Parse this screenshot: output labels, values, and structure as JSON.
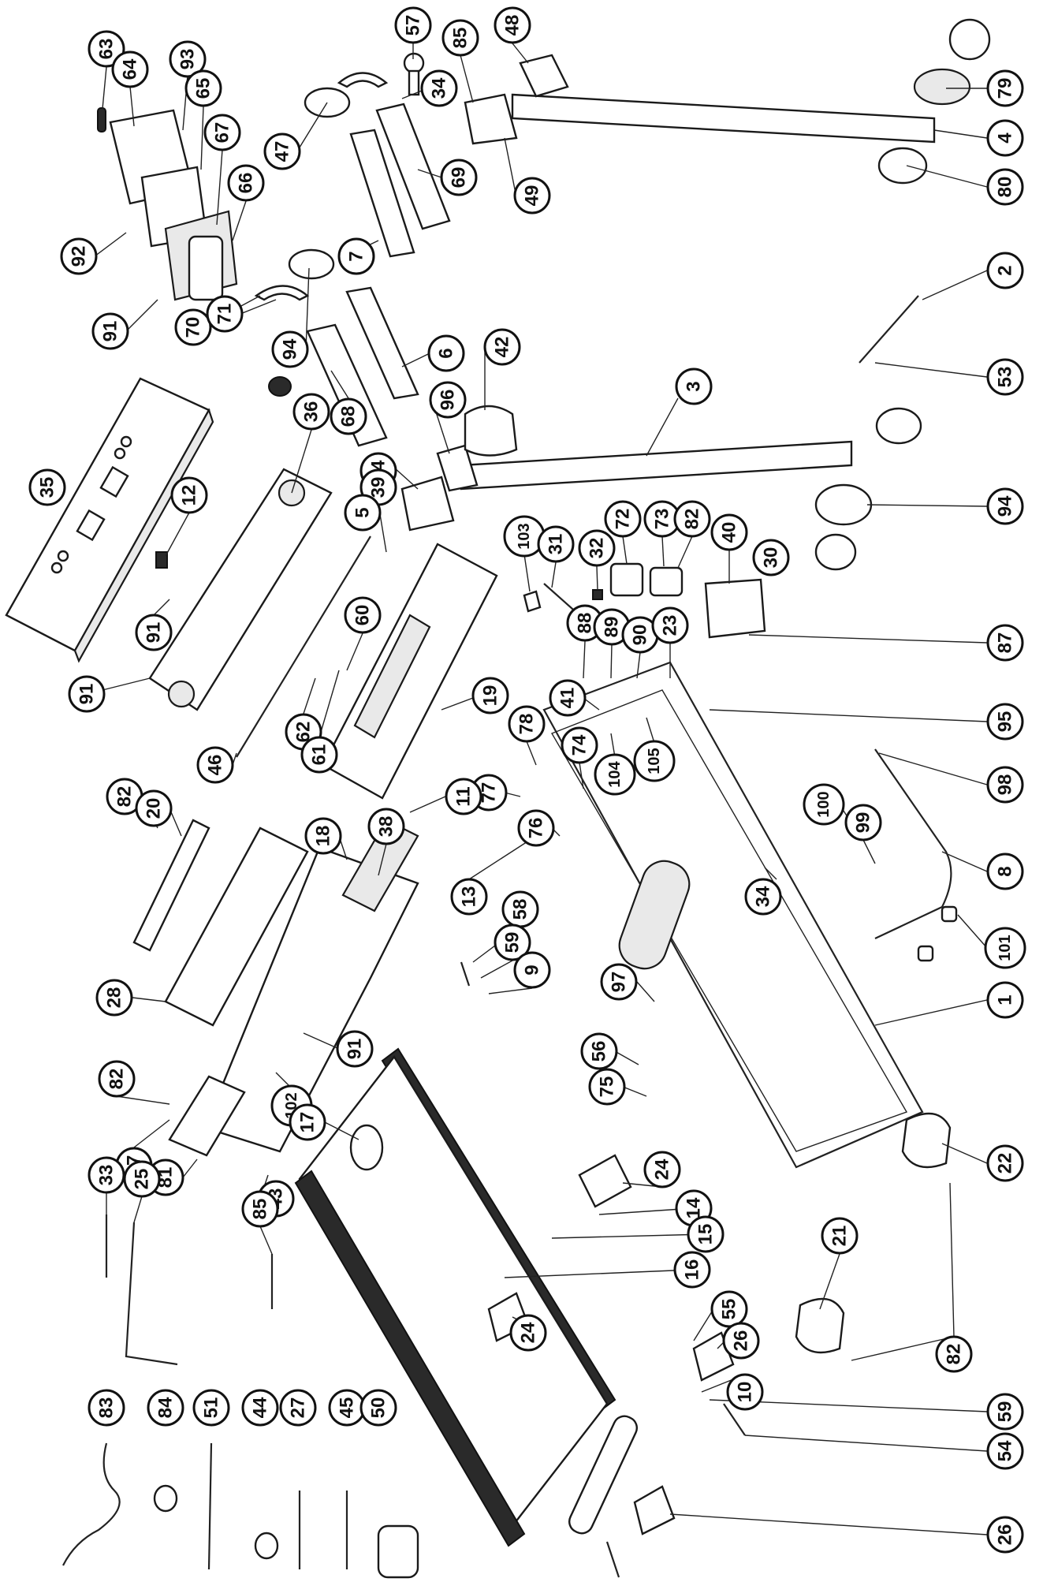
{
  "diagram": {
    "callouts": [
      {
        "id": "c63",
        "label": "63"
      },
      {
        "id": "c64",
        "label": "64"
      },
      {
        "id": "c93",
        "label": "93"
      },
      {
        "id": "c65",
        "label": "65"
      },
      {
        "id": "c67",
        "label": "67"
      },
      {
        "id": "c66",
        "label": "66"
      },
      {
        "id": "c92",
        "label": "92"
      },
      {
        "id": "c91a",
        "label": "91"
      },
      {
        "id": "c57",
        "label": "57"
      },
      {
        "id": "c85a",
        "label": "85"
      },
      {
        "id": "c48",
        "label": "48"
      },
      {
        "id": "c34a",
        "label": "34"
      },
      {
        "id": "c47",
        "label": "47"
      },
      {
        "id": "c69",
        "label": "69"
      },
      {
        "id": "c49",
        "label": "49"
      },
      {
        "id": "c7",
        "label": "7"
      },
      {
        "id": "c70",
        "label": "70"
      },
      {
        "id": "c71",
        "label": "71"
      },
      {
        "id": "c94a",
        "label": "94"
      },
      {
        "id": "c6",
        "label": "6"
      },
      {
        "id": "c68",
        "label": "68"
      },
      {
        "id": "c42",
        "label": "42"
      },
      {
        "id": "c96",
        "label": "96"
      },
      {
        "id": "c94b",
        "label": "94"
      },
      {
        "id": "c3",
        "label": "3"
      },
      {
        "id": "c79",
        "label": "79"
      },
      {
        "id": "c4",
        "label": "4"
      },
      {
        "id": "c80",
        "label": "80"
      },
      {
        "id": "c2",
        "label": "2"
      },
      {
        "id": "c53",
        "label": "53"
      },
      {
        "id": "c94c",
        "label": "94"
      },
      {
        "id": "c35",
        "label": "35"
      },
      {
        "id": "c36",
        "label": "36"
      },
      {
        "id": "c12",
        "label": "12"
      },
      {
        "id": "c91b",
        "label": "91"
      },
      {
        "id": "c91c",
        "label": "91"
      },
      {
        "id": "c39",
        "label": "39"
      },
      {
        "id": "c5",
        "label": "5"
      },
      {
        "id": "c103",
        "label": "103"
      },
      {
        "id": "c31",
        "label": "31"
      },
      {
        "id": "c32",
        "label": "32"
      },
      {
        "id": "c72",
        "label": "72"
      },
      {
        "id": "c73",
        "label": "73"
      },
      {
        "id": "c82a",
        "label": "82"
      },
      {
        "id": "c30",
        "label": "30"
      },
      {
        "id": "c40",
        "label": "40"
      },
      {
        "id": "c87",
        "label": "87"
      },
      {
        "id": "c60",
        "label": "60"
      },
      {
        "id": "c62",
        "label": "62"
      },
      {
        "id": "c61",
        "label": "61"
      },
      {
        "id": "c46",
        "label": "46"
      },
      {
        "id": "c19",
        "label": "19"
      },
      {
        "id": "c88",
        "label": "88"
      },
      {
        "id": "c89",
        "label": "89"
      },
      {
        "id": "c90",
        "label": "90"
      },
      {
        "id": "c23",
        "label": "23"
      },
      {
        "id": "c95",
        "label": "95"
      },
      {
        "id": "c41",
        "label": "41"
      },
      {
        "id": "c104",
        "label": "104"
      },
      {
        "id": "c105",
        "label": "105"
      },
      {
        "id": "c78",
        "label": "78"
      },
      {
        "id": "c74",
        "label": "74"
      },
      {
        "id": "c77",
        "label": "77"
      },
      {
        "id": "c76",
        "label": "76"
      },
      {
        "id": "c11",
        "label": "11"
      },
      {
        "id": "c38",
        "label": "38"
      },
      {
        "id": "c18",
        "label": "18"
      },
      {
        "id": "c82b",
        "label": "82"
      },
      {
        "id": "c20",
        "label": "20"
      },
      {
        "id": "c13",
        "label": "13"
      },
      {
        "id": "c98",
        "label": "98"
      },
      {
        "id": "c100",
        "label": "100"
      },
      {
        "id": "c99",
        "label": "99"
      },
      {
        "id": "c8",
        "label": "8"
      },
      {
        "id": "c101",
        "label": "101"
      },
      {
        "id": "c34b",
        "label": "34"
      },
      {
        "id": "c58",
        "label": "58"
      },
      {
        "id": "c59a",
        "label": "59"
      },
      {
        "id": "c9",
        "label": "9"
      },
      {
        "id": "c97",
        "label": "97"
      },
      {
        "id": "c1",
        "label": "1"
      },
      {
        "id": "c28",
        "label": "28"
      },
      {
        "id": "c91d",
        "label": "91"
      },
      {
        "id": "c102",
        "label": "102"
      },
      {
        "id": "c56",
        "label": "56"
      },
      {
        "id": "c75",
        "label": "75"
      },
      {
        "id": "c82c",
        "label": "82"
      },
      {
        "id": "c37",
        "label": "37"
      },
      {
        "id": "c17",
        "label": "17"
      },
      {
        "id": "c22",
        "label": "22"
      },
      {
        "id": "c81",
        "label": "81"
      },
      {
        "id": "c43",
        "label": "43"
      },
      {
        "id": "c24a",
        "label": "24"
      },
      {
        "id": "c14",
        "label": "14"
      },
      {
        "id": "c15",
        "label": "15"
      },
      {
        "id": "c16",
        "label": "16"
      },
      {
        "id": "c33",
        "label": "33"
      },
      {
        "id": "c25",
        "label": "25"
      },
      {
        "id": "c85b",
        "label": "85"
      },
      {
        "id": "c21",
        "label": "21"
      },
      {
        "id": "c82d",
        "label": "82"
      },
      {
        "id": "c55",
        "label": "55"
      },
      {
        "id": "c26a",
        "label": "26"
      },
      {
        "id": "c24b",
        "label": "24"
      },
      {
        "id": "c10",
        "label": "10"
      },
      {
        "id": "c83",
        "label": "83"
      },
      {
        "id": "c84",
        "label": "84"
      },
      {
        "id": "c51",
        "label": "51"
      },
      {
        "id": "c44",
        "label": "44"
      },
      {
        "id": "c27",
        "label": "27"
      },
      {
        "id": "c45",
        "label": "45"
      },
      {
        "id": "c50",
        "label": "50"
      },
      {
        "id": "c59b",
        "label": "59"
      },
      {
        "id": "c54",
        "label": "54"
      },
      {
        "id": "c26b",
        "label": "26"
      }
    ]
  }
}
